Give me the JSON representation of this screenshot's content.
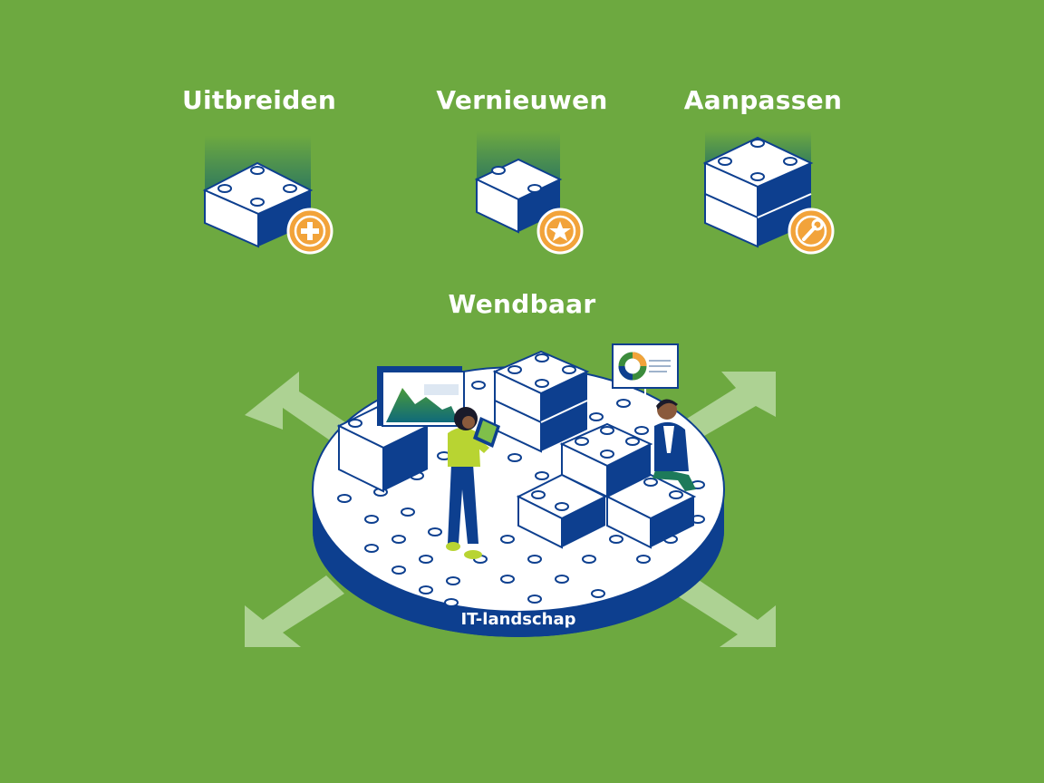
{
  "options": {
    "extend": {
      "label": "Uitbreiden",
      "badge_icon": "plus-icon"
    },
    "renew": {
      "label": "Vernieuwen",
      "badge_icon": "star-icon"
    },
    "adapt": {
      "label": "Aanpassen",
      "badge_icon": "wrench-icon"
    }
  },
  "center": {
    "label": "Wendbaar"
  },
  "platform": {
    "label": "IT-landschap"
  },
  "colors": {
    "background": "#6da940",
    "navy": "#0d3f8f",
    "block_white": "#ffffff",
    "badge_orange": "#f2a33a",
    "arrow_light": "#b9d9a2",
    "chart_green": "#3c8c3c",
    "person_yellow": "#b8d432"
  }
}
